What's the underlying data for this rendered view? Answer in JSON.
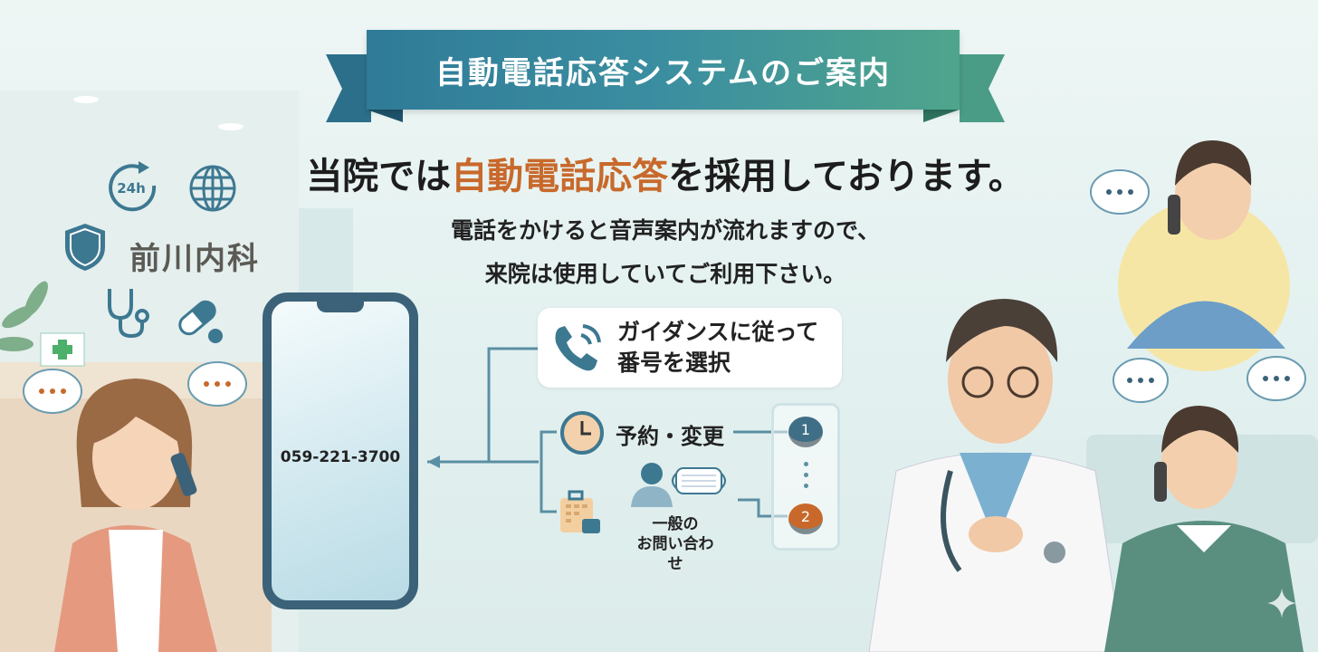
{
  "banner": {
    "title": "自動電話応答システムのご案内"
  },
  "headline": {
    "prefix": "当院では",
    "highlight": "自動電話応答",
    "suffix": "を採用しております。"
  },
  "subtext": {
    "line1": "電話をかけると音声案内が流れますので、",
    "line2": "来院は使用していてご利用下さい。"
  },
  "clinic": {
    "name": "前川内科",
    "icon_24h_label": "24h"
  },
  "phone": {
    "number": "059-221-3700"
  },
  "guide": {
    "line1": "ガイダンスに従って",
    "line2": "番号を選択"
  },
  "options": [
    {
      "label": "予約・変更",
      "button": "1"
    },
    {
      "label_line1": "一般の",
      "label_line2": "お問い合わせ",
      "button": "2"
    }
  ],
  "colors": {
    "accent": "#c8692b",
    "primary": "#3b6279",
    "ribbon_start": "#2f7b98",
    "ribbon_end": "#4fa58c",
    "button1": "#3f6f86",
    "button2": "#c8692b"
  }
}
